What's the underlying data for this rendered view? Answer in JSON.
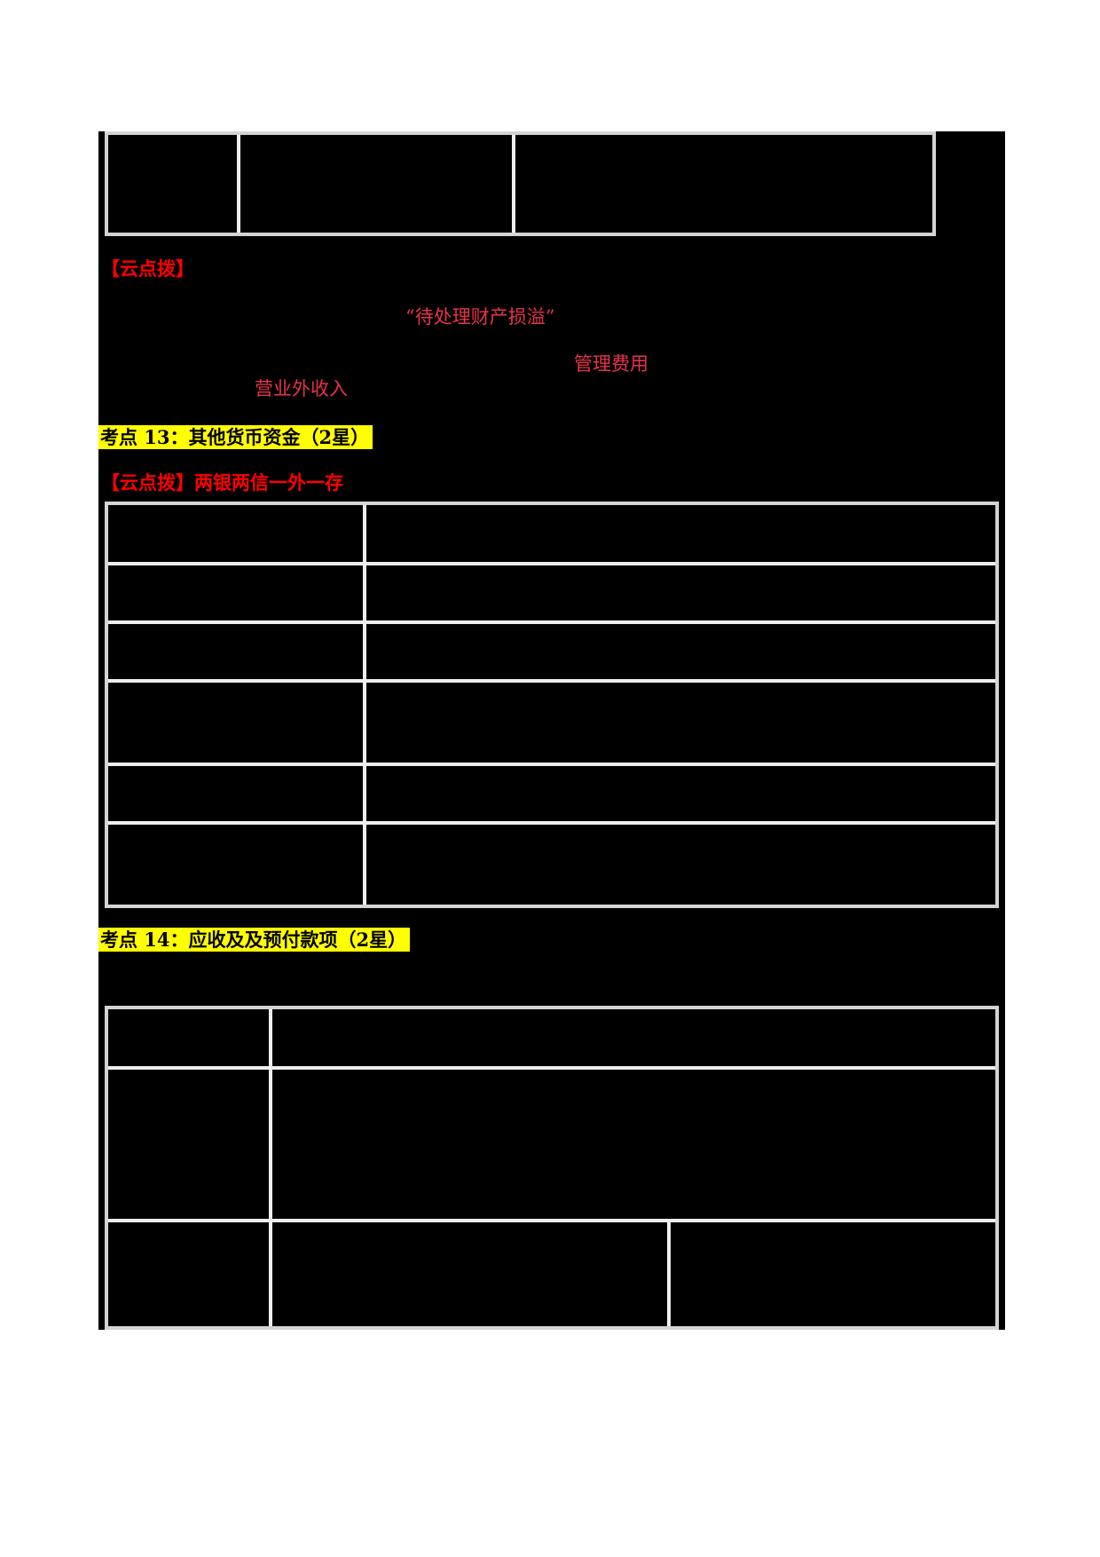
{
  "document": {
    "section_tip_1": {
      "label": "【云点拨】",
      "fragments": {
        "pending_property": "“待处理财产损溢”",
        "admin_expense": "管理费用",
        "non_operating_income": "营业外收入"
      }
    },
    "topic_13": {
      "heading": "考点 13：其他货币资金（2星）",
      "tip_label": "【云点拨】",
      "tip_text": "两银两信一外一存",
      "table": {
        "rows": 6,
        "columns": 2,
        "cells_redacted": true
      }
    },
    "topic_14": {
      "heading": "考点 14：应收及及预付款项（2星）",
      "table": {
        "rows": 3,
        "columns": 3,
        "cells_redacted": true
      }
    },
    "top_table": {
      "rows": 1,
      "columns": 3,
      "cells_redacted": true
    },
    "colors": {
      "highlight": "#ffff00",
      "tip_label": "#ff0000",
      "keyword": "#e8334a",
      "redaction": "#000000",
      "table_border": "#eeeeee"
    }
  }
}
